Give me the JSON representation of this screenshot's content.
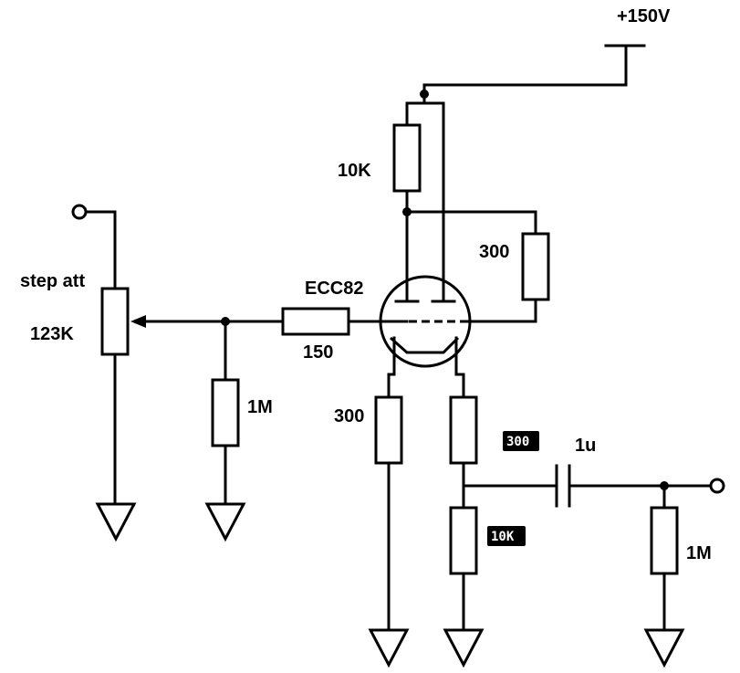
{
  "labels": {
    "supply": "+150V",
    "r_plate": "10K",
    "r_cathode_a": "300",
    "attenuator_name": "step att",
    "attenuator_value": "123K",
    "tube": "ECC82",
    "r_grid_stopper": "150",
    "r_grid_leak": "1M",
    "r_cathode_left": "300",
    "r_tag_upper": "300",
    "r_tag_lower": "10K",
    "capacitor": "1u",
    "r_output": "1M"
  }
}
